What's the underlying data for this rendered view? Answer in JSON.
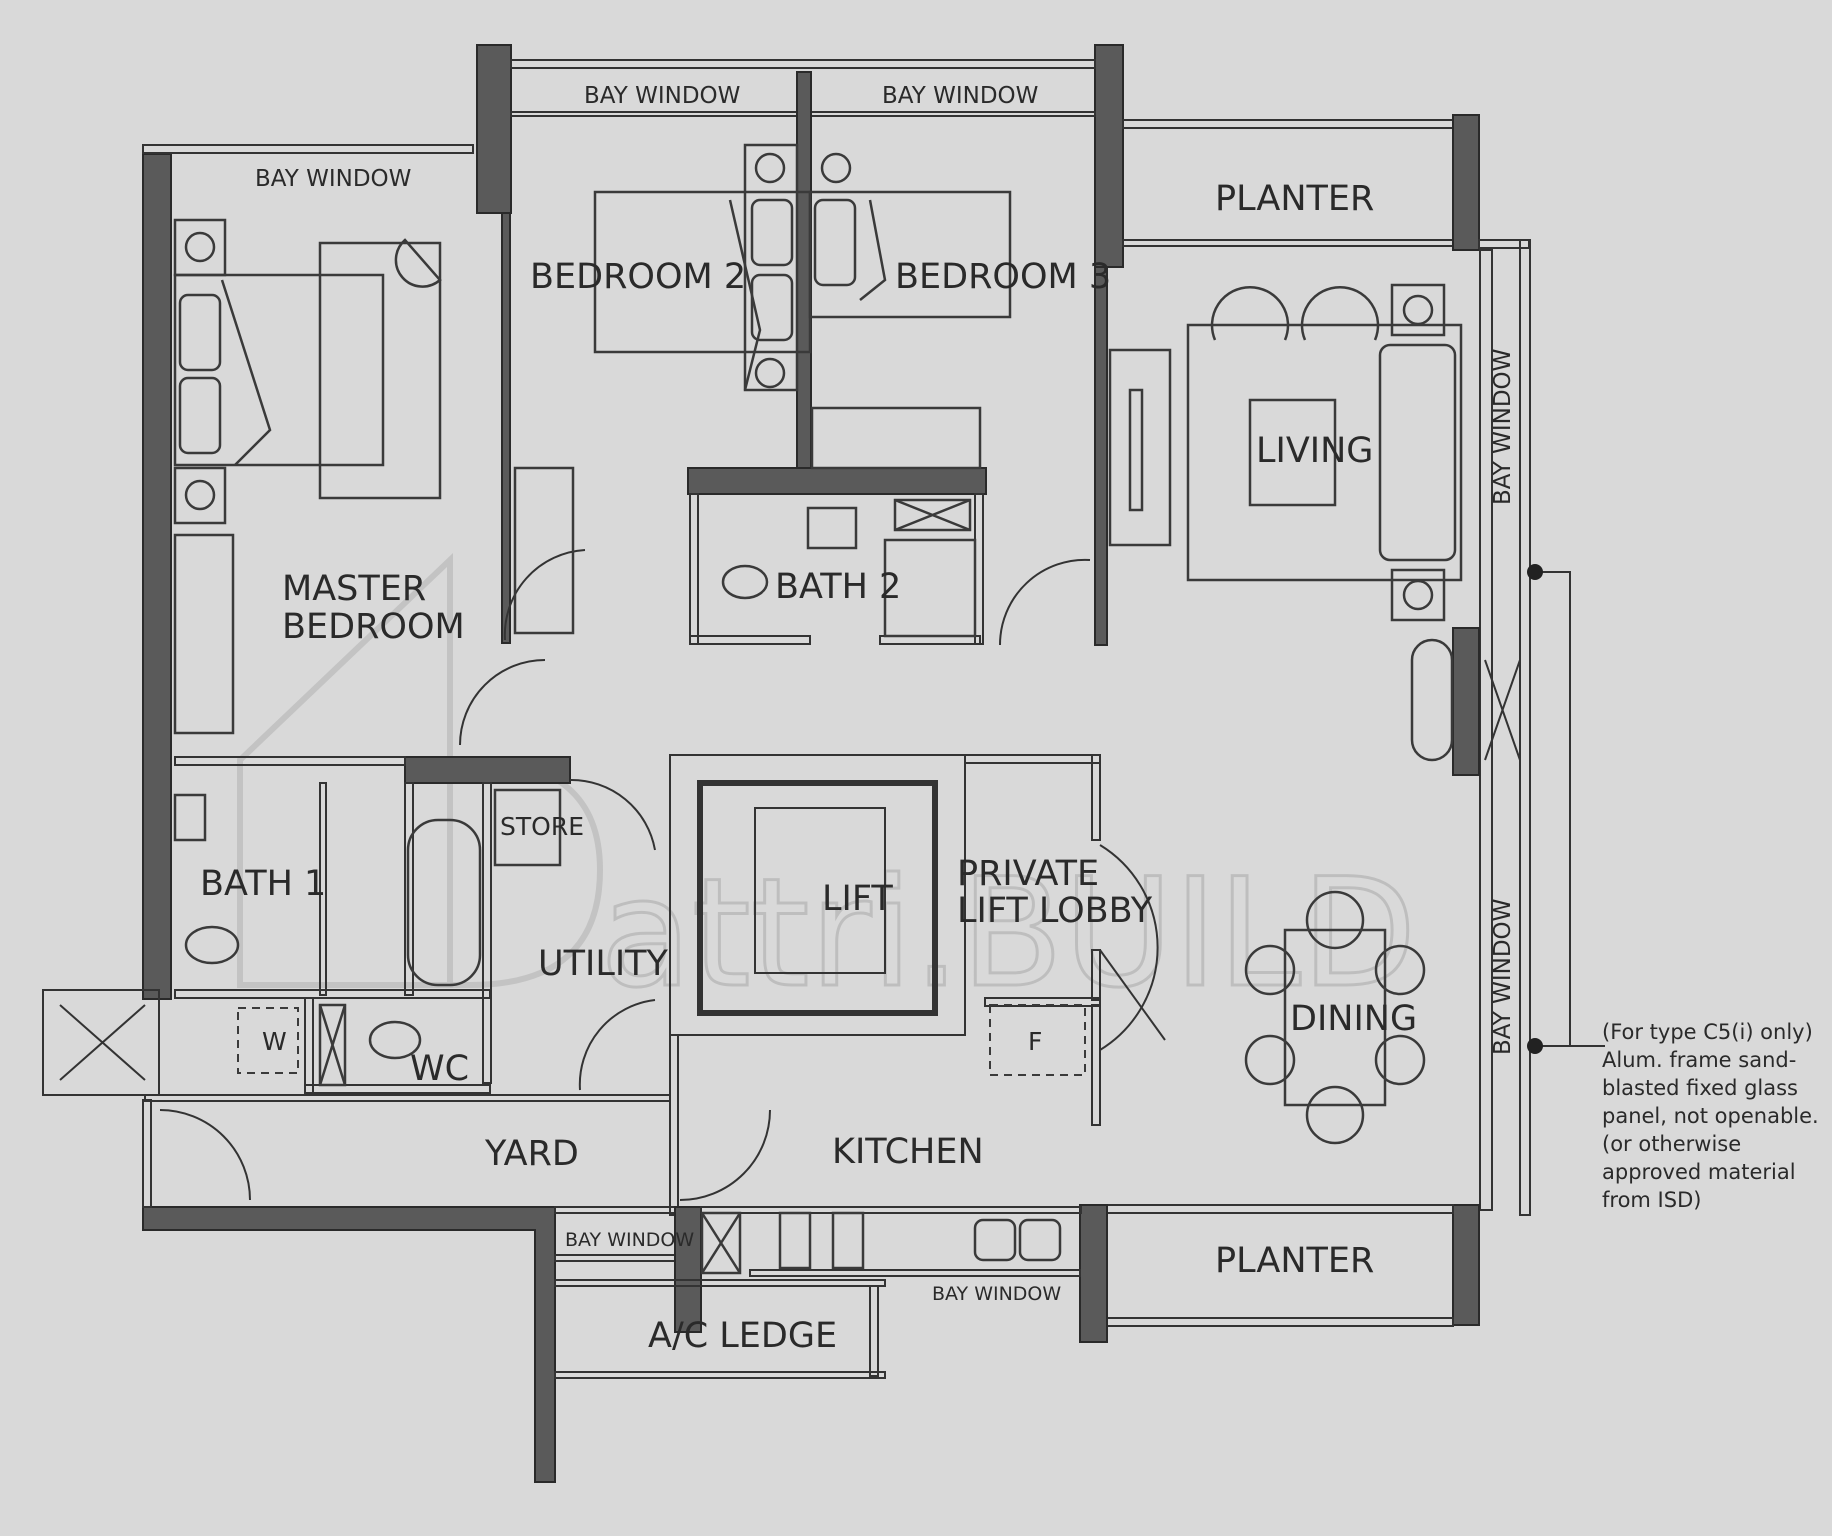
{
  "rooms": {
    "master_bedroom_line1": "MASTER",
    "master_bedroom_line2": "BEDROOM",
    "bedroom2": "BEDROOM 2",
    "bedroom3": "BEDROOM 3",
    "living": "LIVING",
    "bath2": "BATH 2",
    "bath1": "BATH 1",
    "store": "STORE",
    "utility": "UTILITY",
    "lift": "LIFT",
    "private_lift_lobby_line1": "PRIVATE",
    "private_lift_lobby_line2": "LIFT LOBBY",
    "dining": "DINING",
    "wc": "WC",
    "yard": "YARD",
    "kitchen": "KITCHEN",
    "ac_ledge": "A/C LEDGE",
    "planter_top": "PLANTER",
    "planter_bottom": "PLANTER",
    "washer": "W",
    "fridge": "F"
  },
  "bay_windows": {
    "master": "BAY WINDOW",
    "bedroom2": "BAY WINDOW",
    "bedroom3": "BAY WINDOW",
    "living_vertical": "BAY WINDOW",
    "dining_vertical": "BAY WINDOW",
    "yard": "BAY WINDOW",
    "kitchen": "BAY WINDOW"
  },
  "watermark": "attri.BUILD",
  "note": {
    "lines": [
      "(For type C5(i) only)",
      "Alum. frame sand-",
      "blasted fixed glass",
      "panel, not openable.",
      "(or otherwise",
      "approved material",
      "from ISD)"
    ]
  }
}
